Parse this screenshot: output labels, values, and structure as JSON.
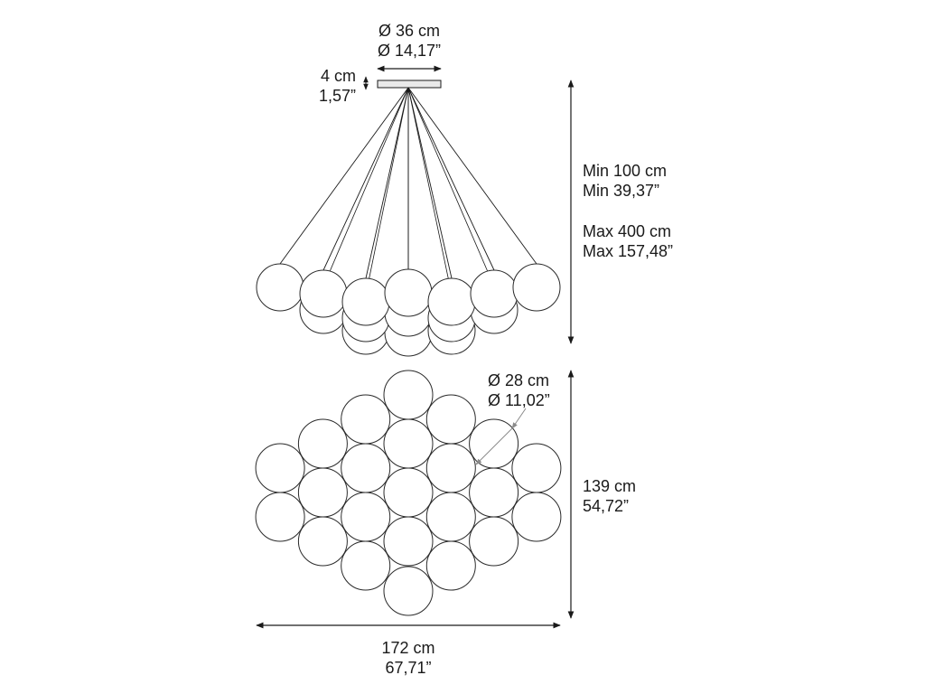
{
  "canopy": {
    "diameter_cm": "Ø 36 cm",
    "diameter_in": "Ø 14,17”",
    "height_cm": "4 cm",
    "height_in": "1,57”"
  },
  "drop": {
    "min_cm": "Min 100 cm",
    "min_in": "Min 39,37”",
    "max_cm": "Max 400 cm",
    "max_in": "Max 157,48”"
  },
  "sphere": {
    "diameter_cm": "Ø 28 cm",
    "diameter_in": "Ø 11,02”"
  },
  "depth": {
    "cm": "139 cm",
    "in": "54,72”"
  },
  "width": {
    "cm": "172 cm",
    "in": "67,71”"
  },
  "colors": {
    "line": "#1a1a1a",
    "sphere_stroke": "#2a2a2a",
    "canopy_fill": "#e9e9e9",
    "leader": "#8a8a8a"
  }
}
